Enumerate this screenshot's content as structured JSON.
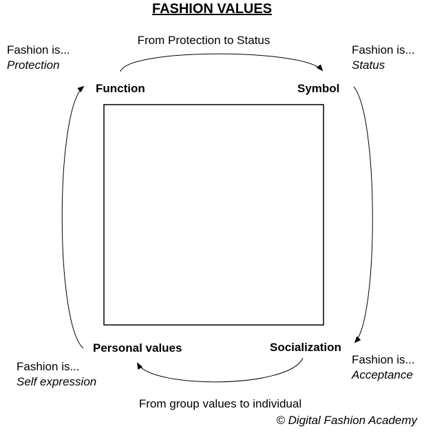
{
  "title": "FASHION VALUES",
  "nodes": {
    "function": "Function",
    "symbol": "Symbol",
    "socialization": "Socialization",
    "personal_values": "Personal values"
  },
  "corner_notes": {
    "top_left": {
      "prefix": "Fashion is...",
      "value": "Protection"
    },
    "top_right": {
      "prefix": "Fashion is...",
      "value": "Status"
    },
    "bottom_right": {
      "prefix": "Fashion is...",
      "value": "Acceptance"
    },
    "bottom_left": {
      "prefix": "Fashion is...",
      "value": "Self expression"
    }
  },
  "edge_labels": {
    "top": "From Protection to Status",
    "bottom": "From group values to individual"
  },
  "credit": "© Digital Fashion Academy",
  "colors": {
    "stroke": "#000000",
    "text": "#000000",
    "background": "#ffffff"
  }
}
